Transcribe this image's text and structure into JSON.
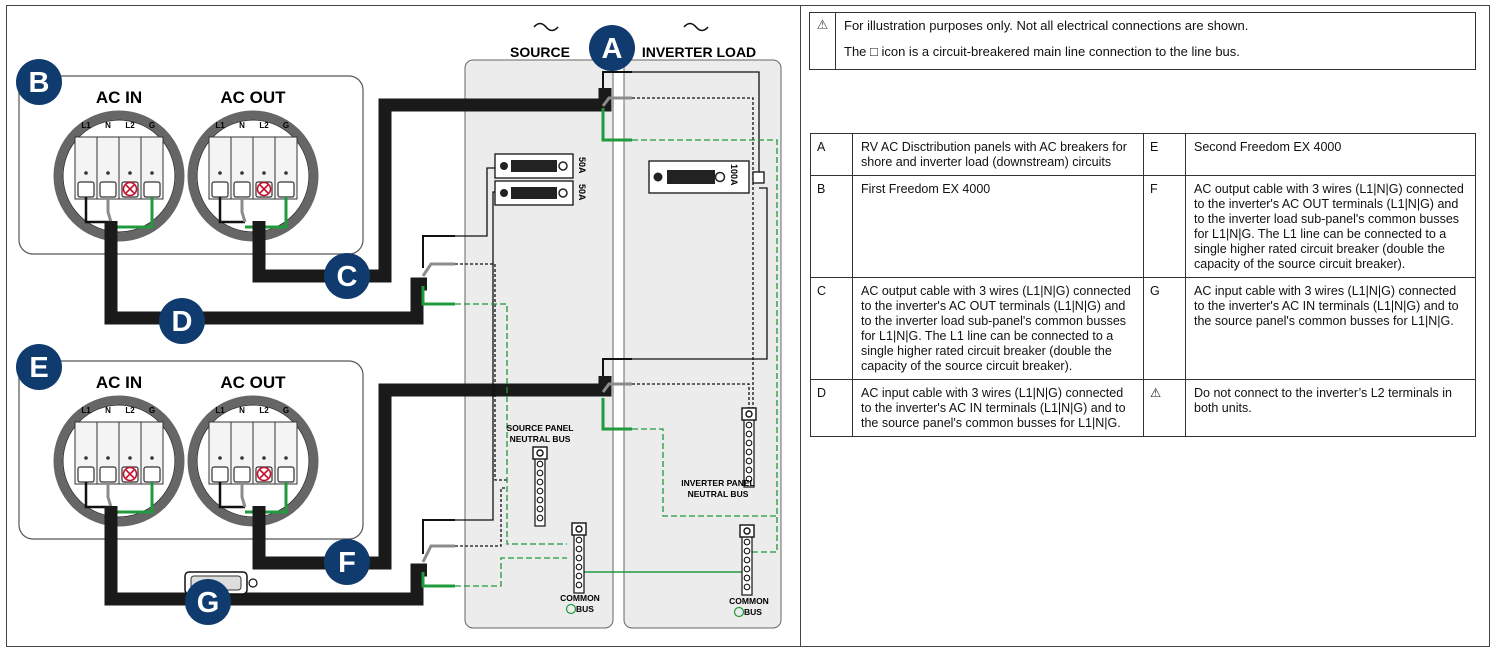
{
  "diagram": {
    "source_label": "SOURCE",
    "inverter_load_label": "INVERTER LOAD",
    "ac_symbol": "~",
    "unit1": {
      "ac_in": "AC IN",
      "ac_out": "AC OUT"
    },
    "unit2": {
      "ac_in": "AC IN",
      "ac_out": "AC OUT"
    },
    "terminals": [
      "L1",
      "N",
      "L2",
      "G"
    ],
    "breaker_source_1": "50A",
    "breaker_source_2": "50A",
    "breaker_inverter": "100A",
    "source_neutral_bus": [
      "SOURCE PANEL",
      "NEUTRAL BUS"
    ],
    "inverter_neutral_bus": [
      "INVERTER PANEL",
      "NEUTRAL BUS"
    ],
    "common_bus": [
      "COMMON",
      "BUS"
    ],
    "callouts": [
      "A",
      "B",
      "C",
      "D",
      "E",
      "F",
      "G"
    ],
    "colors": {
      "callout": "#0f3b6e",
      "ground": "#1f9a3c",
      "cable": "#1a1a1a",
      "neutral": "#8c8c8c",
      "panel": "#ececec"
    }
  },
  "note": {
    "line1": "For illustration purposes only. Not all electrical connections are shown.",
    "line2": "The □ icon is a circuit-breakered main line connection to the line bus.",
    "icon": "warning-icon"
  },
  "legend": [
    {
      "k1": "A",
      "d1": "RV AC Disctribution panels with AC breakers for shore and inverter load (downstream) circuits",
      "k2": "E",
      "d2": "Second Freedom EX 4000"
    },
    {
      "k1": "B",
      "d1": "First Freedom EX 4000",
      "k2": "F",
      "d2": "AC output cable with 3 wires (L1|N|G) connected to the inverter's AC OUT terminals (L1|N|G) and to the inverter load sub-panel's common busses for L1|N|G. The L1 line can be connected to a single higher rated circuit breaker (double the capacity of the source circuit breaker)."
    },
    {
      "k1": "C",
      "d1": "AC output cable with 3 wires (L1|N|G) connected to the inverter's AC OUT terminals (L1|N|G) and to the inverter load sub-panel's common busses for L1|N|G. The L1 line can be connected to a single higher rated circuit breaker (double the capacity of the source circuit breaker).",
      "k2": "G",
      "d2": "AC input cable with 3 wires (L1|N|G) connected to the inverter's AC IN terminals (L1|N|G) and to the source panel's common busses for L1|N|G."
    },
    {
      "k1": "D",
      "d1": "AC input cable with 3 wires (L1|N|G) connected to the inverter's AC IN terminals (L1|N|G) and to the source panel's common busses for L1|N|G.",
      "k2": "⚠",
      "d2": "Do not connect to the inverter’s L2 terminals in both units."
    }
  ]
}
